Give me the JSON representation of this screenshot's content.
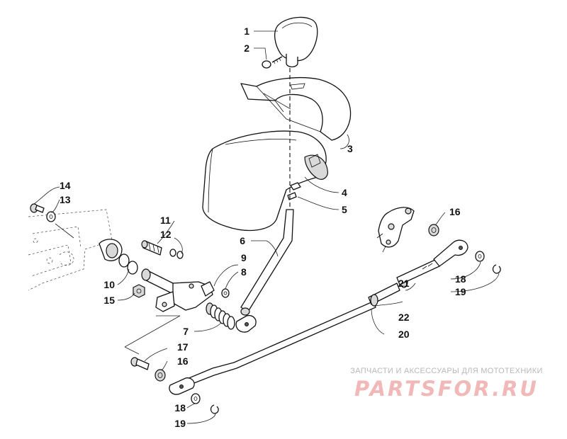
{
  "diagram": {
    "callouts": [
      {
        "id": "c1",
        "label": "1"
      },
      {
        "id": "c2",
        "label": "2"
      },
      {
        "id": "c3",
        "label": "3"
      },
      {
        "id": "c4",
        "label": "4"
      },
      {
        "id": "c5",
        "label": "5"
      },
      {
        "id": "c6",
        "label": "6"
      },
      {
        "id": "c7",
        "label": "7"
      },
      {
        "id": "c8",
        "label": "8"
      },
      {
        "id": "c9",
        "label": "9"
      },
      {
        "id": "c10",
        "label": "10"
      },
      {
        "id": "c11",
        "label": "11"
      },
      {
        "id": "c12",
        "label": "12"
      },
      {
        "id": "c13",
        "label": "13"
      },
      {
        "id": "c14",
        "label": "14"
      },
      {
        "id": "c15",
        "label": "15"
      },
      {
        "id": "c16a",
        "label": "16"
      },
      {
        "id": "c16b",
        "label": "16"
      },
      {
        "id": "c17",
        "label": "17"
      },
      {
        "id": "c18a",
        "label": "18"
      },
      {
        "id": "c18b",
        "label": "18"
      },
      {
        "id": "c19a",
        "label": "19"
      },
      {
        "id": "c19b",
        "label": "19"
      },
      {
        "id": "c20",
        "label": "20"
      },
      {
        "id": "c21",
        "label": "21"
      },
      {
        "id": "c22",
        "label": "22"
      }
    ]
  },
  "watermark": {
    "tagline": "ЗАПЧАСТИ И АКСЕССУАРЫ ДЛЯ МОТОТЕХНИКИ",
    "logo": "PARTSFOR.RU"
  }
}
